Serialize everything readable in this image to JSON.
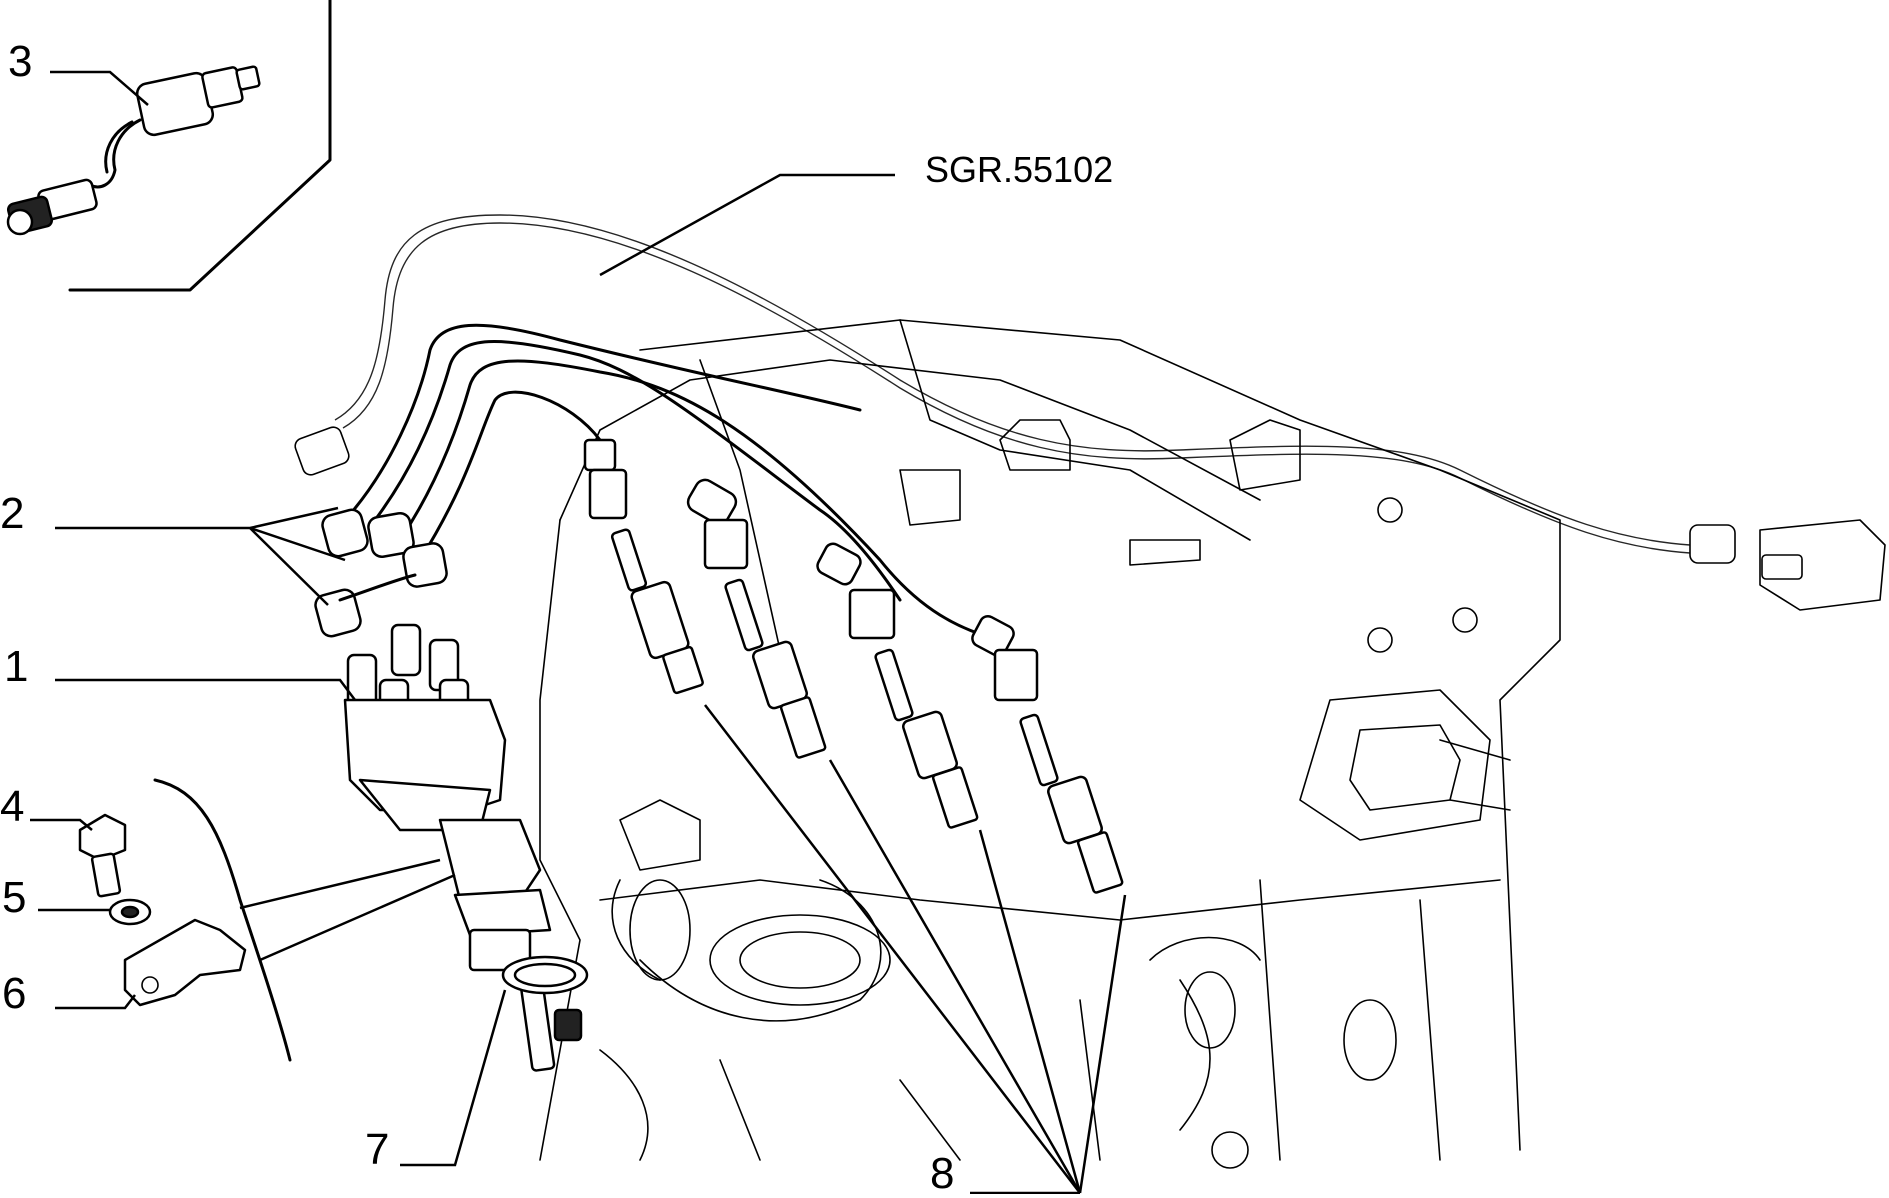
{
  "diagram": {
    "reference_code": "SGR.55102",
    "callouts": [
      {
        "id": "1",
        "label": "1"
      },
      {
        "id": "2",
        "label": "2"
      },
      {
        "id": "3",
        "label": "3"
      },
      {
        "id": "4",
        "label": "4"
      },
      {
        "id": "5",
        "label": "5"
      },
      {
        "id": "6",
        "label": "6"
      },
      {
        "id": "7",
        "label": "7"
      },
      {
        "id": "8",
        "label": "8"
      }
    ]
  }
}
